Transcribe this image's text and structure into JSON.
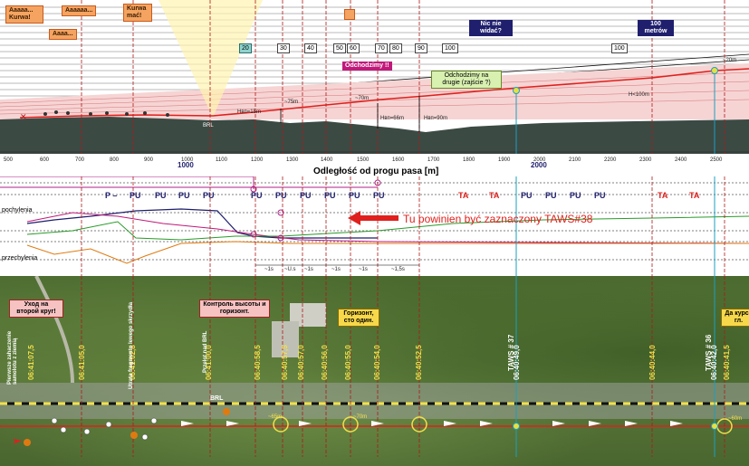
{
  "top_labels": {
    "kurwa_1": "Aaaaa... Kurwa!",
    "kurwa_2": "Aaaaaa...",
    "kurwa_3": "Aaaa...",
    "kurwa_4": "Kurwa mać!",
    "nic_nie_widac": "Nic nie widać?",
    "m100": "100 metrów",
    "odchodzimy": "Odchodzimy !!",
    "odchodzimy_2": "Odchodzimy na drugie (zajście ?)"
  },
  "altitude_markers": [
    "20",
    "30",
    "40",
    "50",
    "60",
    "70",
    "80",
    "90",
    "100",
    "100"
  ],
  "height_notes": {
    "h_15m": "Hвп=15m",
    "h_75m": "~75m",
    "h_70m": "~70m",
    "h_66m": "Hвп=66m",
    "h_90m": "Hвп=90m",
    "h_100m": "H<100m",
    "h_20m": "~20m",
    "brl": "BRL"
  },
  "distance_axis": {
    "title": "Odległość od progu pasa [m]",
    "ticks": [
      "500",
      "600",
      "700",
      "800",
      "900",
      "1000",
      "1100",
      "1200",
      "1300",
      "1400",
      "1500",
      "1600",
      "1700",
      "1800",
      "1900",
      "2000",
      "2100",
      "2200",
      "2300",
      "2400",
      "2500"
    ],
    "big_labels": [
      "1000",
      "2000"
    ]
  },
  "modes": [
    {
      "label": "P –",
      "color": "#1f1f6e"
    },
    {
      "label": "PU",
      "color": "#1f1f6e"
    },
    {
      "label": "PU",
      "color": "#1f1f6e"
    },
    {
      "label": "PU",
      "color": "#1f1f6e"
    },
    {
      "label": "PU",
      "color": "#1f1f6e"
    },
    {
      "label": "PU",
      "color": "#1f1f6e"
    },
    {
      "label": "PU",
      "color": "#1f1f6e"
    },
    {
      "label": "PU",
      "color": "#1f1f6e"
    },
    {
      "label": "PU",
      "color": "#1f1f6e"
    },
    {
      "label": "PU",
      "color": "#1f1f6e"
    },
    {
      "label": "PU",
      "color": "#1f1f6e"
    },
    {
      "label": "TA",
      "color": "#e0201c"
    },
    {
      "label": "TA",
      "color": "#e0201c"
    },
    {
      "label": "PU",
      "color": "#1f1f6e"
    },
    {
      "label": "PU",
      "color": "#1f1f6e"
    },
    {
      "label": "PU",
      "color": "#1f1f6e"
    },
    {
      "label": "PU",
      "color": "#1f1f6e"
    },
    {
      "label": "TA",
      "color": "#e0201c"
    },
    {
      "label": "TA",
      "color": "#e0201c"
    }
  ],
  "deviation_labels": {
    "pochylenia": "pochylenia",
    "przechylenia": "przechylenia"
  },
  "annotation": {
    "text": "Tu powinien być zaznaczony TAWS#38",
    "color": "#e0201c"
  },
  "gaps": [
    "~1s",
    "~U.s",
    "~1s",
    "~1s",
    "~1s",
    "~1,5s"
  ],
  "map_labels": {
    "uhod": "Уход на второй круг!",
    "kontrol": "Контроль высоты и горизонт.",
    "gorizont": "Горизонт, сто один.",
    "da_kurs": "Да курсе гл.",
    "brl_map": "BRL",
    "m65": "~65m",
    "m70": "~70m",
    "m60": "~60m"
  },
  "time_labels": [
    "06:41:07,5",
    "06:41:05,0",
    "06:41:02,8",
    "06:41:00,0",
    "06:40:58,5",
    "06:40:57,5",
    "06:40:57,0",
    "06:40:56,0",
    "06:40:55,0",
    "06:40:54,0",
    "06:40:52,5",
    "06:40:49,0",
    "06:40:44,0",
    "06:40:42,0",
    "06:40:41,5"
  ],
  "event_labels": {
    "pierwsze": "Pierwsze zahaczenie samolotu z ziemią",
    "urata": "Utrata fragmentu lewego skrzydła",
    "przelot": "Przelot nad BRL",
    "taws37": "TAWS # 37",
    "taws36": "TAWS # 36"
  },
  "colors": {
    "taws_line": "#1aa0c0",
    "event_line": "#b01818",
    "ground": "#3c4a44",
    "danger_zone": "#f6d4d4"
  }
}
